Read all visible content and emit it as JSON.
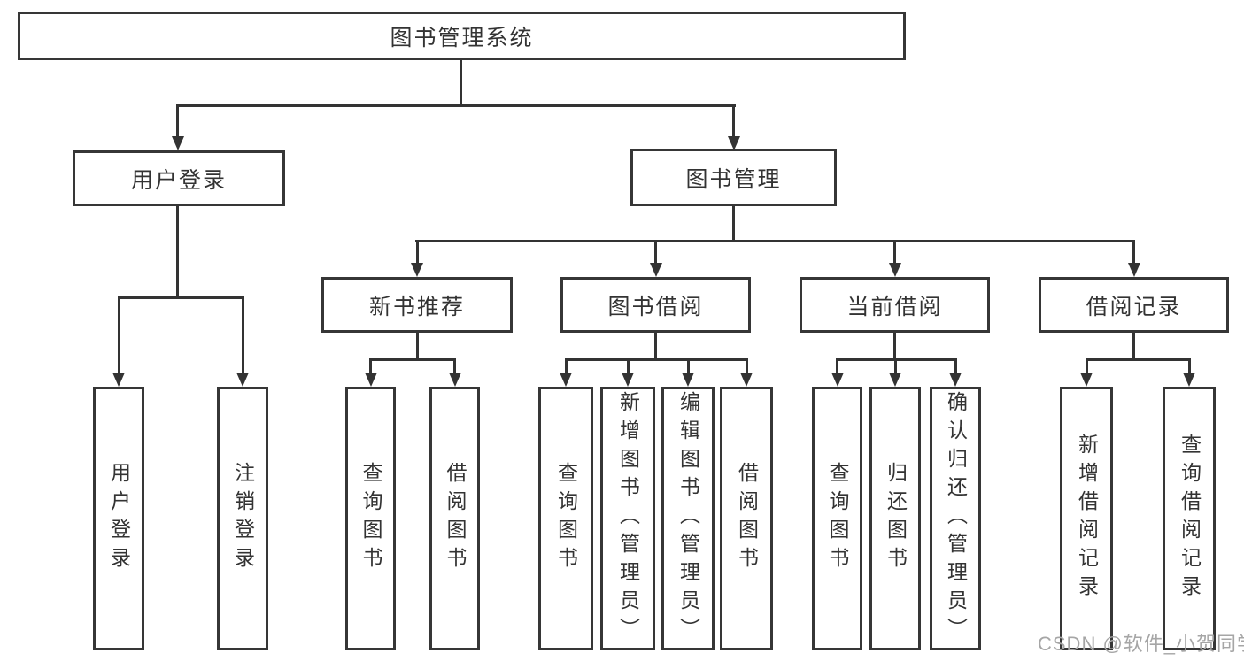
{
  "watermark": "CSDN @软件_小贺同学",
  "colors": {
    "line": "#333333",
    "box_border": "#363636",
    "text": "#333333",
    "watermark": "#a6a6a6",
    "background": "#ffffff"
  },
  "tree": {
    "root": "图书管理系统",
    "branches": [
      {
        "label": "用户登录",
        "children": [
          {
            "label": "用户登录"
          },
          {
            "label": "注销登录"
          }
        ]
      },
      {
        "label": "图书管理",
        "children": [
          {
            "label": "新书推荐",
            "children": [
              {
                "label": "查询图书"
              },
              {
                "label": "借阅图书"
              }
            ]
          },
          {
            "label": "图书借阅",
            "children": [
              {
                "label": "查询图书"
              },
              {
                "label": "新增图书（管理员）"
              },
              {
                "label": "编辑图书（管理员）"
              },
              {
                "label": "借阅图书"
              }
            ]
          },
          {
            "label": "当前借阅",
            "children": [
              {
                "label": "查询图书"
              },
              {
                "label": "归还图书"
              },
              {
                "label": "确认归还（管理员）"
              }
            ]
          },
          {
            "label": "借阅记录",
            "children": [
              {
                "label": "新增借阅记录"
              },
              {
                "label": "查询借阅记录"
              }
            ]
          }
        ]
      }
    ]
  }
}
